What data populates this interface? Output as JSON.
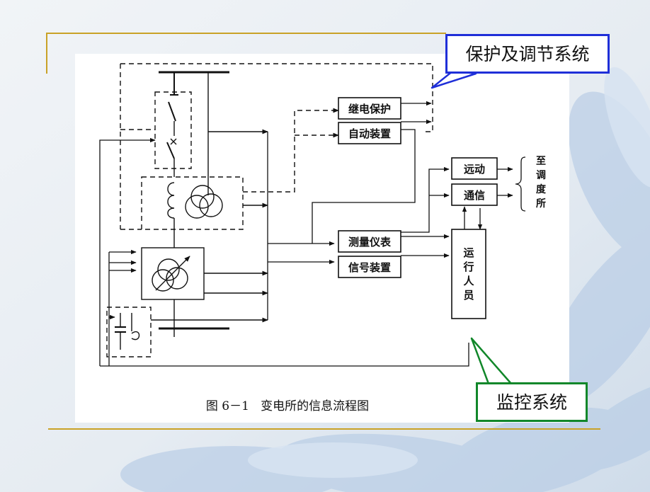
{
  "slide": {
    "callouts": {
      "protection_system": "保护及调节系统",
      "monitoring_system": "监控系统"
    },
    "colors": {
      "gold_rule": "#c9a227",
      "blue_callout": "#1f2fd8",
      "green_callout": "#11872a"
    }
  },
  "diagram": {
    "caption": "图 6－1   变电所的信息流程图",
    "boxes": {
      "relay_protection": "继电保护",
      "auto_device": "自动装置",
      "telecontrol": "远动",
      "communication": "通信",
      "meters": "测量仪表",
      "signal_device": "信号装置",
      "operator": [
        "运",
        "行",
        "人",
        "员"
      ]
    },
    "to_dispatch": [
      "至",
      "调",
      "度",
      "所"
    ]
  }
}
